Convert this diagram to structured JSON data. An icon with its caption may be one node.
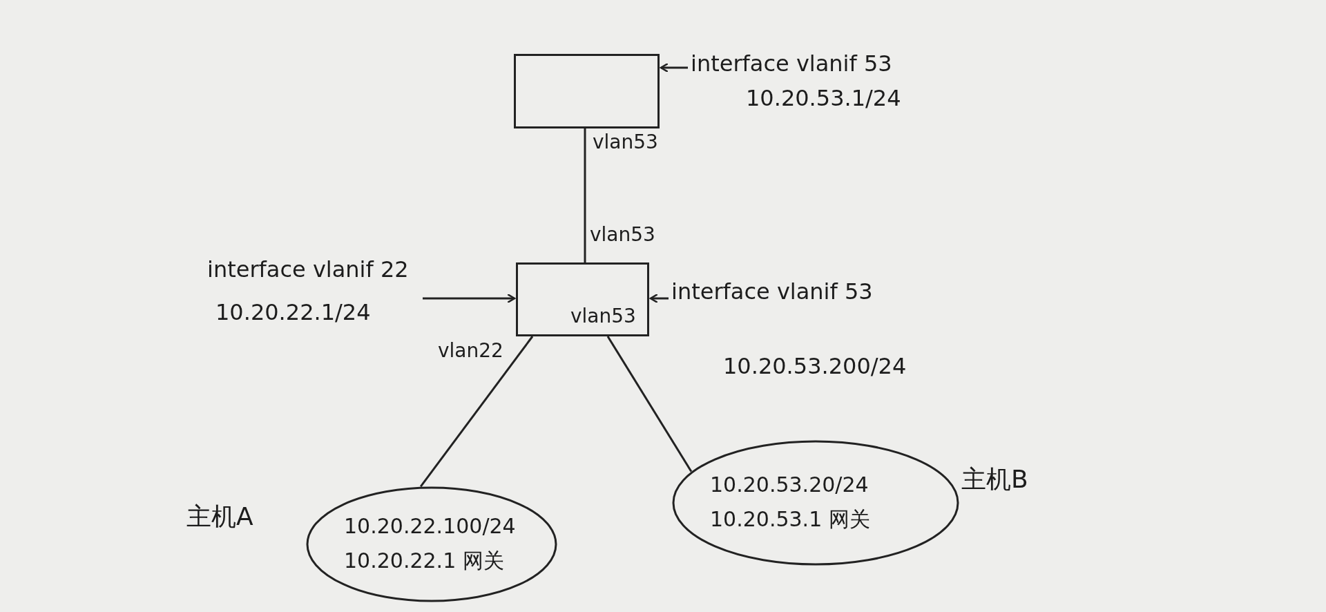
{
  "diagram": {
    "nodes": [
      {
        "text": [],
        "shape": "box"
      },
      {
        "text": [],
        "shape": "box"
      },
      {
        "text": [
          "10.20.22.100/24",
          "10.20.22.1 网关"
        ],
        "beside": [
          "主机A"
        ]
      },
      {
        "text": [
          "10.20.53.20/24",
          "10.20.53.1 网关"
        ],
        "beside": [
          "主机B"
        ]
      },
      {
        "text": [
          "interface vlanif 53",
          "10.20.53.1/24"
        ]
      },
      {
        "text": [
          "interface vlanif 22",
          "10.20.22.1/24"
        ]
      },
      {
        "text": [
          "interface vlanif 53",
          "10.20.53.200/24"
        ]
      }
    ],
    "edges": [
      {
        "from": 0,
        "to": 1,
        "arrow": "none"
      },
      {
        "from": 1,
        "to": 2,
        "arrow": "none"
      },
      {
        "from": 1,
        "to": 3,
        "arrow": "none"
      },
      {
        "from": 4,
        "to": 0,
        "arrow": "to"
      },
      {
        "from": 5,
        "to": 1,
        "arrow": "to"
      },
      {
        "from": 6,
        "to": 1,
        "arrow": "to"
      }
    ],
    "labels": [
      "vlan53",
      "vlan53",
      "vlan53",
      "vlan22"
    ]
  }
}
